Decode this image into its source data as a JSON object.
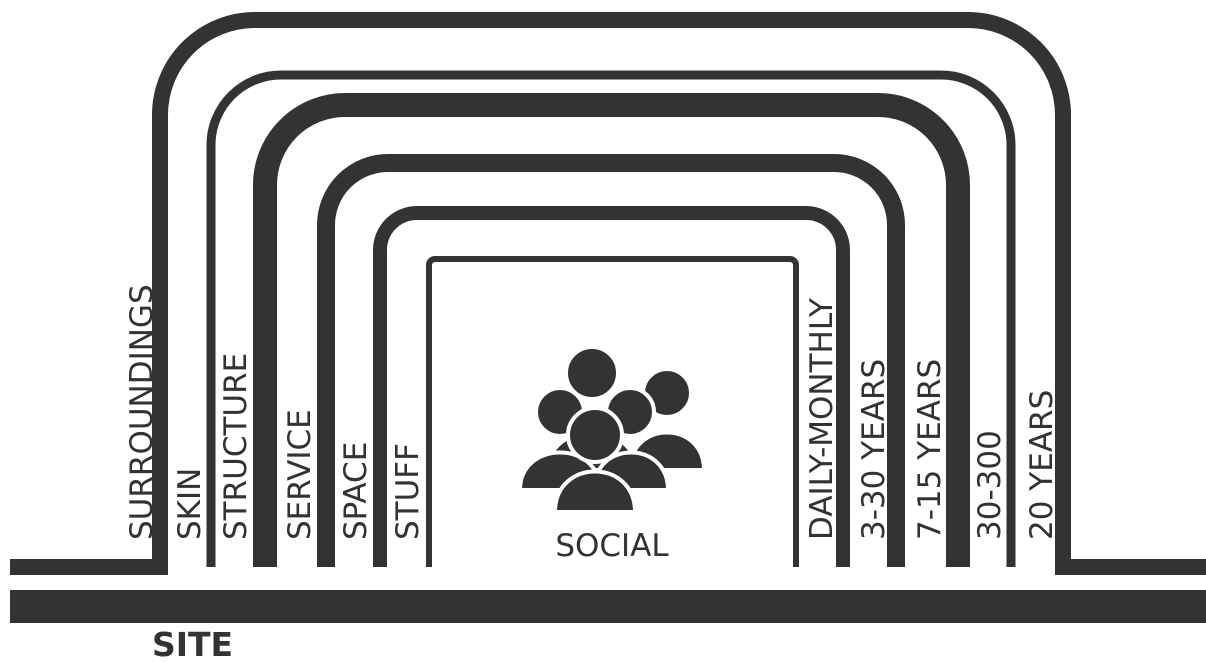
{
  "colors": {
    "stroke": "#333333",
    "background": "#ffffff"
  },
  "layers": {
    "surroundings": "SURROUNDINGS",
    "skin": "SKIN",
    "structure": "STRUCTURE",
    "service": "SERVICE",
    "space": "SPACE",
    "stuff": "STUFF",
    "social": "SOCIAL"
  },
  "timescales": {
    "daily_monthly": "DAILY-MONTHLY",
    "three_thirty": "3-30 YEARS",
    "seven_fifteen": "7-15 YEARS",
    "thirty_three_hundred": "30-300",
    "twenty": "20 YEARS"
  },
  "site": "SITE",
  "icons": {
    "center": "people-group-icon"
  }
}
